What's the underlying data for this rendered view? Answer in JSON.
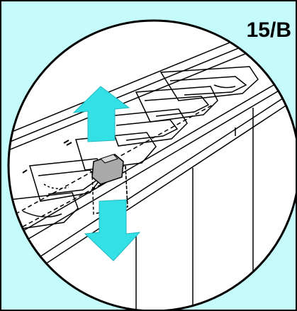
{
  "figure": {
    "step_label": "15/B",
    "background_color": "#c6fbfb",
    "lens_color": "#ffffff",
    "arrow_color": "#33e0e6",
    "tab_color": "#a9a9a9",
    "line_color": "#000000",
    "parts": {
      "lens": "magnified-circle",
      "arrows": [
        "up-arrow",
        "down-arrow"
      ],
      "tab": "cover-tab",
      "tray": "tray-with-cups"
    }
  }
}
